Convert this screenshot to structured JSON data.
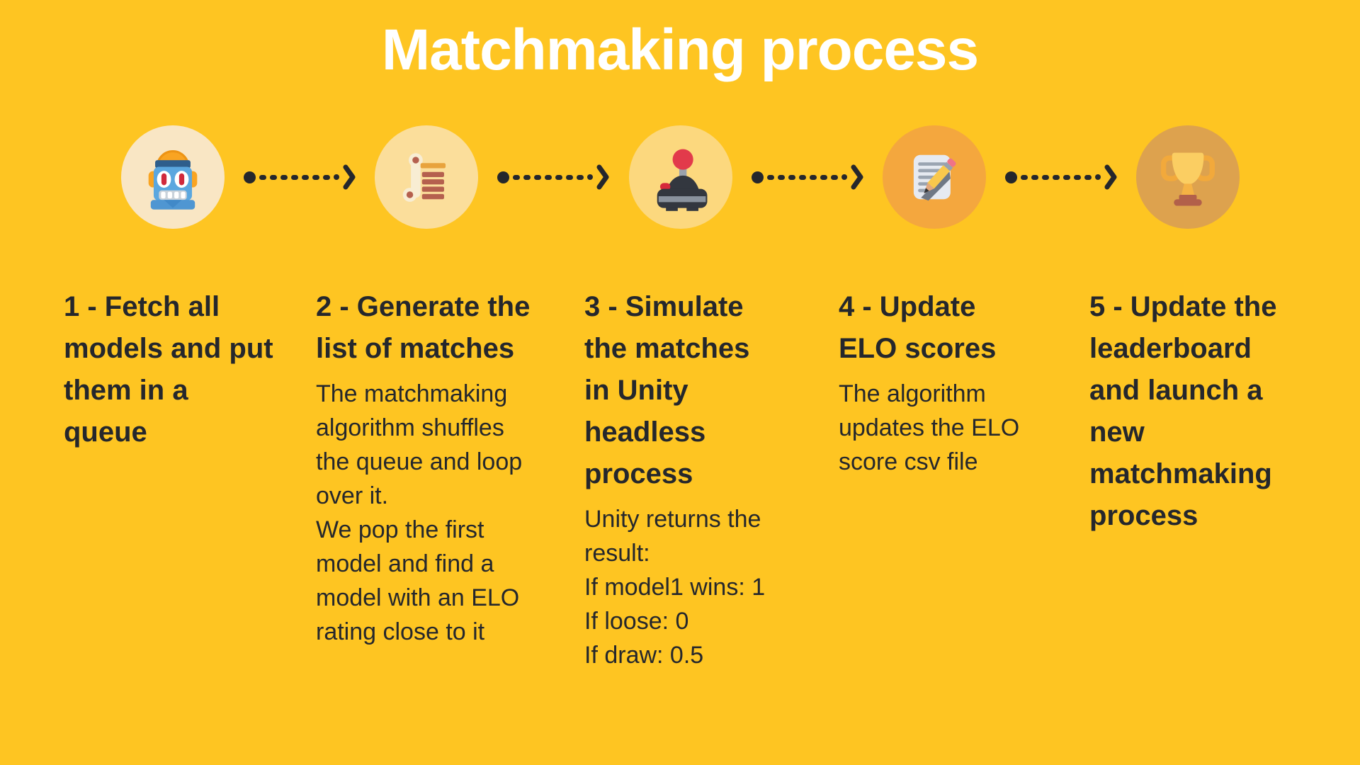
{
  "title": "Matchmaking process",
  "colors": {
    "background": "#FEC522",
    "title": "#FFFFFF",
    "text": "#25272C",
    "arrow": "#25272C",
    "step_circles": [
      "#F9E6C4",
      "#FBDE9B",
      "#FCD87E",
      "#F4A73E",
      "#DDA24E"
    ]
  },
  "steps": [
    {
      "icon": "robot-icon",
      "heading": "1 - Fetch all\nmodels and put\nthem in a\nqueue",
      "body": ""
    },
    {
      "icon": "scroll-list-icon",
      "heading": "2 - Generate the\nlist of matches",
      "body": "The matchmaking\nalgorithm shuffles\nthe queue and loop\nover it.\nWe pop the first\nmodel and find a\nmodel with an ELO\nrating close to it"
    },
    {
      "icon": "joystick-icon",
      "heading": "3 - Simulate\nthe matches\nin Unity\nheadless\nprocess",
      "body": "Unity returns the\nresult:\nIf model1 wins: 1\nIf loose: 0\nIf draw: 0.5"
    },
    {
      "icon": "memo-pencil-icon",
      "heading": "4 - Update\nELO scores",
      "body": "The algorithm\nupdates the ELO\nscore csv file"
    },
    {
      "icon": "trophy-icon",
      "heading": "5 - Update the\nleaderboard\nand launch a\nnew\nmatchmaking\nprocess",
      "body": ""
    }
  ]
}
